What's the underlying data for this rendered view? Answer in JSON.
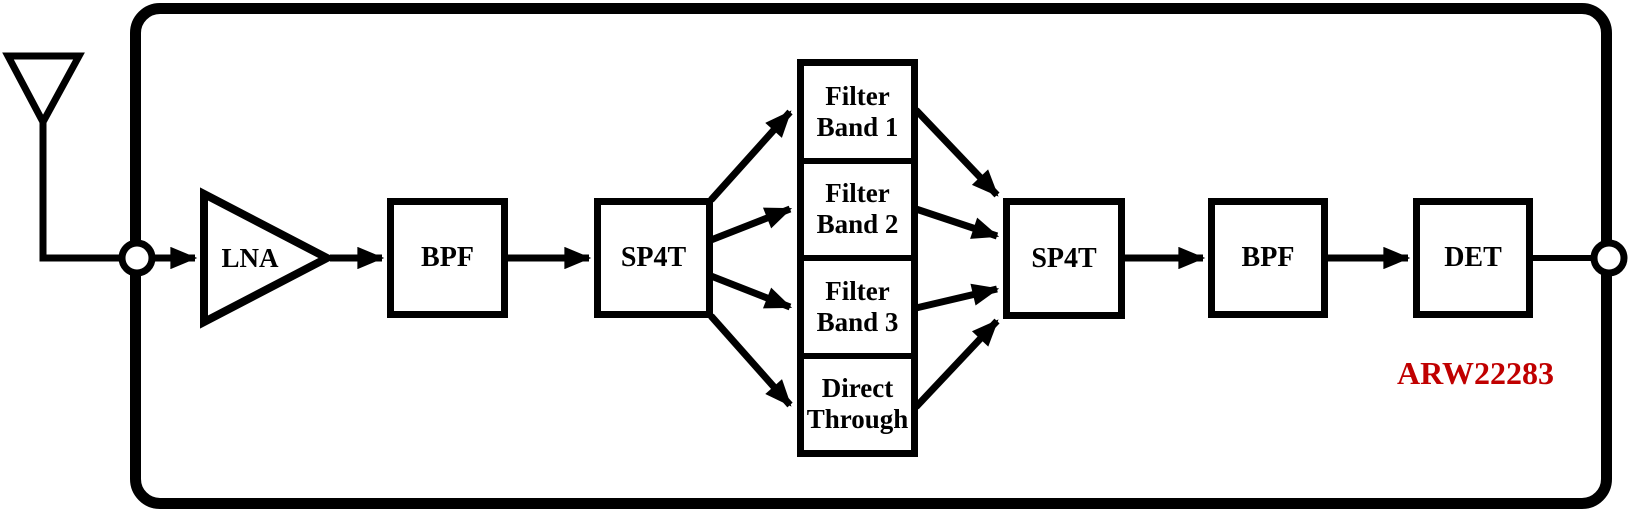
{
  "diagram": {
    "part_number": "ARW22283",
    "colors": {
      "line": "#000000",
      "block_fill": "#FFFFFF",
      "background": "#FFFFFF",
      "part_number_text": "#C00000"
    },
    "blocks": {
      "lna": {
        "label": "LNA"
      },
      "bpf_in": {
        "label": "BPF"
      },
      "sp4t_in": {
        "label": "SP4T"
      },
      "filter_bank": [
        {
          "line1": "Filter",
          "line2": "Band 1"
        },
        {
          "line1": "Filter",
          "line2": "Band 2"
        },
        {
          "line1": "Filter",
          "line2": "Band 3"
        },
        {
          "line1": "Direct",
          "line2": "Through"
        }
      ],
      "sp4t_out": {
        "label": "SP4T"
      },
      "bpf_out": {
        "label": "BPF"
      },
      "det": {
        "label": "DET"
      }
    }
  }
}
